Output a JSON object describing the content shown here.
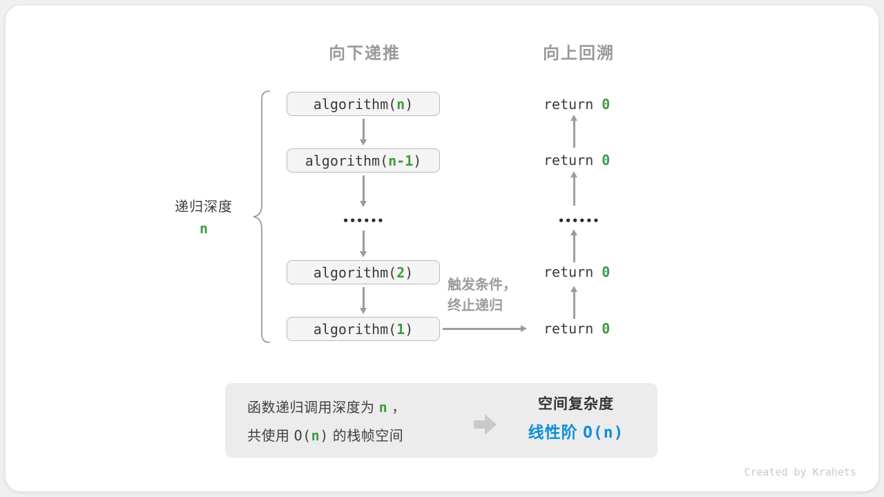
{
  "colors": {
    "green": "#3e9b41",
    "blue": "#0a8fd9",
    "arrow_gray": "#9c9c9c",
    "header_gray": "#999999",
    "box_bg": "#f4f4f4",
    "box_border": "#b9b9b9",
    "summary_bg": "#ececec"
  },
  "headers": {
    "down": "向下递推",
    "up": "向上回溯"
  },
  "depth_label": {
    "text": "递归深度",
    "value": "n"
  },
  "call_stack": {
    "boxes": [
      {
        "pre": "algorithm(",
        "arg": "n",
        "post": ")"
      },
      {
        "pre": "algorithm(",
        "arg": "n-1",
        "post": ")"
      },
      {
        "pre": "algorithm(",
        "arg": "2",
        "post": ")"
      },
      {
        "pre": "algorithm(",
        "arg": "1",
        "post": ")"
      }
    ],
    "ellipsis": "••••••"
  },
  "returns": {
    "items": [
      {
        "pre": "return ",
        "val": "0"
      },
      {
        "pre": "return ",
        "val": "0"
      },
      {
        "pre": "return ",
        "val": "0"
      },
      {
        "pre": "return ",
        "val": "0"
      }
    ],
    "ellipsis": "••••••"
  },
  "trigger_note": {
    "line1": "触发条件，",
    "line2": "终止递归"
  },
  "summary": {
    "line1": {
      "t1": "函数递归调用深度为 ",
      "n": "n",
      "t2": " ，"
    },
    "line2": {
      "t1": "共使用 ",
      "o_pre": "O(",
      "n": "n",
      "o_post": ")",
      "t2": " 的栈帧空间"
    },
    "result_title": "空间复杂度",
    "result": {
      "t1": "线性阶 ",
      "o_pre": "O(",
      "n": "n",
      "o_post": ")"
    }
  },
  "credit": "Created by Krahets"
}
